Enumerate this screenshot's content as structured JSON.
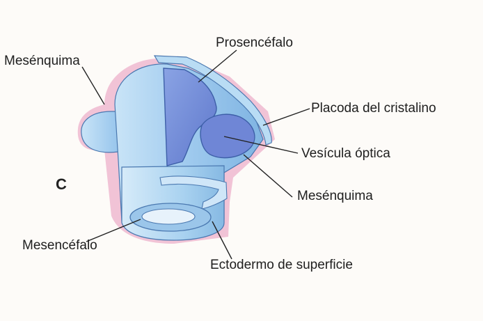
{
  "figure": {
    "panel_letter": "C",
    "labels": {
      "mesenquima_top": "Mesénquima",
      "prosencefalo": "Prosencéfalo",
      "placoda": "Placoda del cristalino",
      "vesicula": "Vesícula óptica",
      "mesenquima_right": "Mesénquima",
      "mesencefalo": "Mesencéfalo",
      "ectodermo": "Ectodermo de superficie"
    },
    "colors": {
      "tissue_blue": "#9cc9ec",
      "deep_blue": "#6f86d6",
      "outline": "#4a78b0",
      "mesenchyme_pink": "#f0bcd2",
      "leader_line": "#222222"
    }
  }
}
